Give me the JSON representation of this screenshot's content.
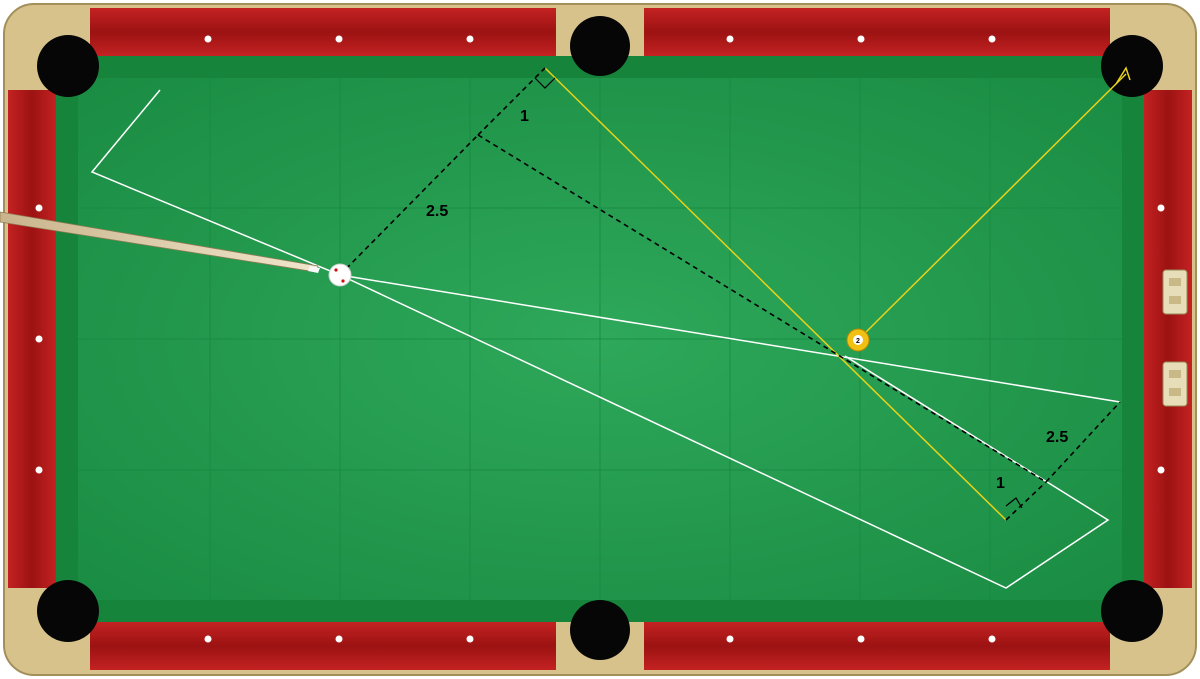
{
  "table": {
    "felt_color": "#1f9a4a",
    "rail_wood_color": "#b01818",
    "frame_color": "#d8c48c",
    "pocket_color": "#050505"
  },
  "balls": {
    "cue_ball": {
      "color": "#ffffff"
    },
    "object_ball": {
      "color": "#f2c012",
      "number": "2"
    }
  },
  "annotations": {
    "top_short": "1",
    "top_long": "2.5",
    "bottom_short": "1",
    "bottom_long": "2.5"
  },
  "icons": [
    "cue-stick-icon",
    "cue-ball-icon",
    "object-ball-icon",
    "pocket-icon",
    "diamond-icon"
  ]
}
